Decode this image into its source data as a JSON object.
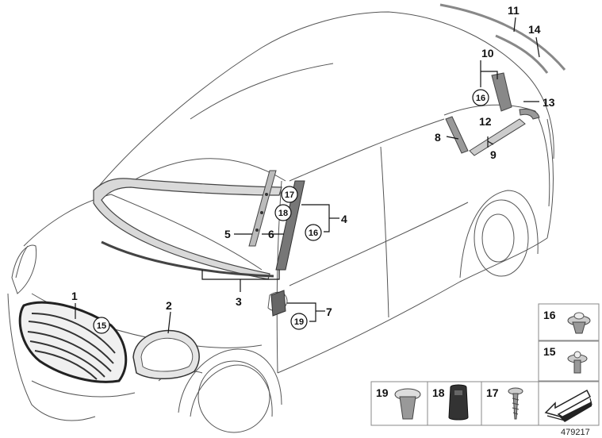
{
  "callouts": {
    "c1": "1",
    "c2": "2",
    "c3": "3",
    "c4": "4",
    "c5": "5",
    "c6": "6",
    "c7": "7",
    "c8": "8",
    "c9": "9",
    "c10": "10",
    "c11": "11",
    "c12": "12",
    "c13": "13",
    "c14": "14",
    "c15": "15",
    "c16a": "16",
    "c16b": "16",
    "c17": "17",
    "c18": "18",
    "c19": "19"
  },
  "legend": {
    "p16": "16",
    "p15": "15",
    "p19": "19",
    "p18": "18",
    "p17": "17"
  },
  "reference_number": "479217"
}
